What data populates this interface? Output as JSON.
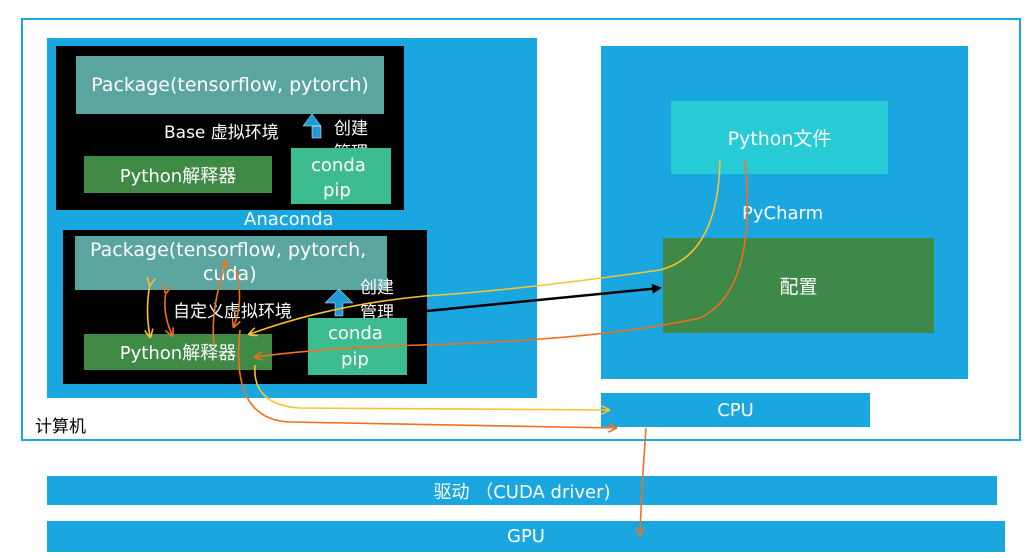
{
  "colors": {
    "blue": "#1aa7e0",
    "black": "#000000",
    "gray_teal": "#5aa5a0",
    "dark_green": "#3f8a45",
    "mint": "#3dbd8f",
    "cyan": "#27cbd6",
    "pycharm_config": "#3e8849",
    "computer_border": "#1aa7e0",
    "yellow_line": "#f7c331",
    "orange_line": "#f07020",
    "black_arrow": "#000000",
    "up_arrow": "#1e9ad6"
  },
  "computer": {
    "label": "计算机"
  },
  "anaconda": {
    "label": "Anaconda",
    "base": {
      "package": "Package(tensorflow, pytorch)",
      "env_label": "Base 虚拟环境",
      "interpreter": "Python解释器",
      "manage_label_1": "创建",
      "manage_label_2": "管理",
      "tool_1": "conda",
      "tool_2": "pip"
    },
    "custom": {
      "package_1": "Package(tensorflow, pytorch,",
      "package_2": "cuda)",
      "env_label": "自定义虚拟环境",
      "interpreter": "Python解释器",
      "manage_label_1": "创建",
      "manage_label_2": "管理",
      "tool_1": "conda",
      "tool_2": "pip"
    }
  },
  "pycharm": {
    "label": "PyCharm",
    "file": "Python文件",
    "config": "配置"
  },
  "cpu": {
    "label": "CPU"
  },
  "driver": {
    "label": "驱动 （CUDA driver)"
  },
  "gpu": {
    "label": "GPU"
  }
}
